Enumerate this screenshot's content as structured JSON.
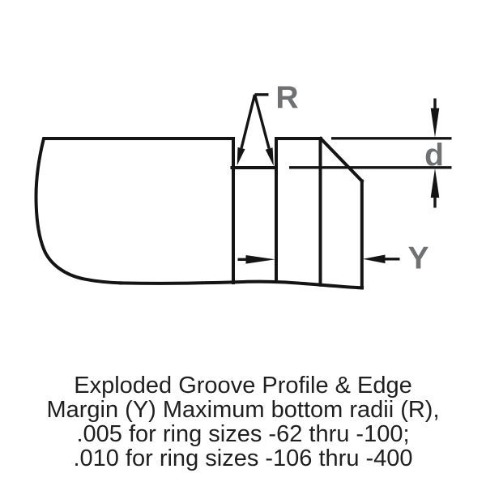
{
  "figure": {
    "kind": "exploded-groove-profile-diagram",
    "labels": {
      "bottom_radius": "R",
      "groove_depth": "d",
      "edge_margin": "Y"
    },
    "caption_lines": [
      "Exploded Groove Profile & Edge",
      "Margin (Y) Maximum bottom radii (R),",
      ".005 for ring sizes -62 thru -100;",
      ".010 for ring sizes -106 thru -400"
    ],
    "colors": {
      "line": "#141414",
      "label_gray": "#6f7173",
      "caption": "#1f1f1f",
      "background": "#ffffff"
    }
  }
}
